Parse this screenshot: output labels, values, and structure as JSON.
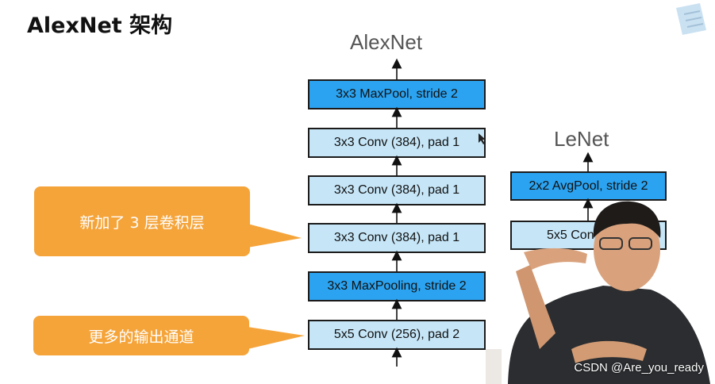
{
  "slide": {
    "title": "AlexNet 架构"
  },
  "alexnet": {
    "title": "AlexNet",
    "layers": [
      "3x3 MaxPool, stride 2",
      "3x3 Conv (384), pad 1",
      "3x3 Conv (384), pad 1",
      "3x3 Conv (384), pad 1",
      "3x3 MaxPooling, stride 2",
      "5x5 Conv (256), pad 2"
    ]
  },
  "lenet": {
    "title": "LeNet",
    "layers": [
      "2x2 AvgPool, stride 2",
      "5x5 Con"
    ]
  },
  "callouts": {
    "more_layers": "新加了 3 层卷积层",
    "more_channels": "更多的输出通道"
  },
  "watermark": "CSDN @Are_you_ready",
  "colors": {
    "layer_dark": "#2ba3f0",
    "layer_light": "#c6e6f8",
    "callout": "#f5a43a"
  }
}
